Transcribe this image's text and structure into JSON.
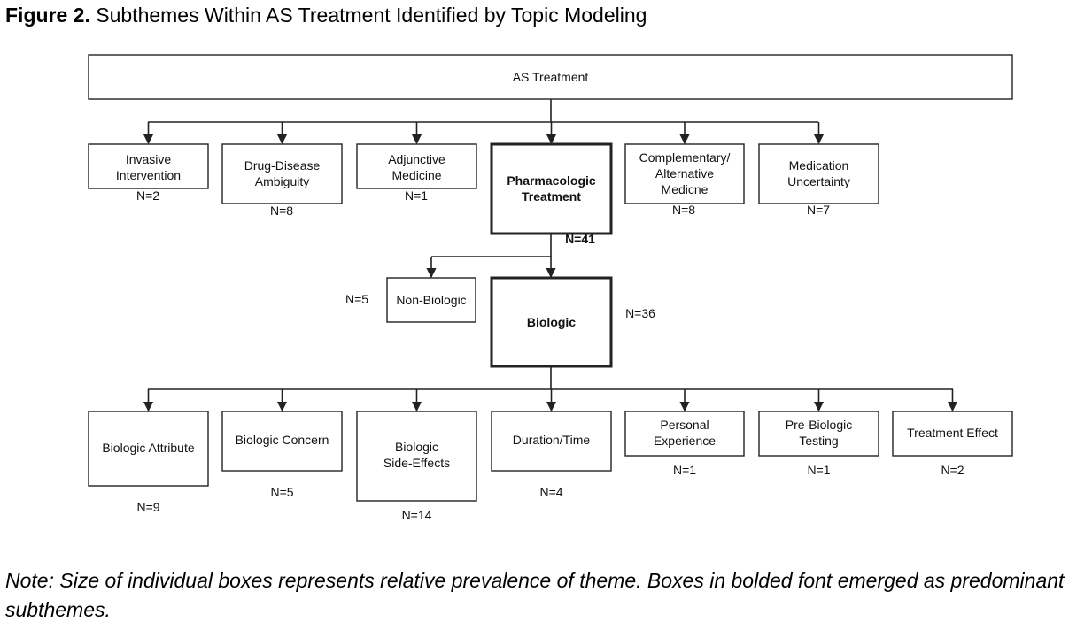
{
  "figure": {
    "label": "Figure 2.",
    "title": " Subthemes Within AS Treatment Identified by Topic Modeling"
  },
  "diagram": {
    "root": {
      "label": "AS Treatment"
    },
    "level1": [
      {
        "label": "Invasive\nIntervention",
        "count": "N=2",
        "bold": false
      },
      {
        "label": "Drug-Disease\nAmbiguity",
        "count": "N=8",
        "bold": false
      },
      {
        "label": "Adjunctive\nMedicine",
        "count": "N=1",
        "bold": false
      },
      {
        "label": "Pharmacologic\nTreatment",
        "count": "N=41",
        "bold": true
      },
      {
        "label": "Complementary/\nAlternative\nMedicne",
        "count": "N=8",
        "bold": false
      },
      {
        "label": "Medication\nUncertainty",
        "count": "N=7",
        "bold": false
      }
    ],
    "level2": [
      {
        "label": "Non-Biologic",
        "count": "N=5",
        "bold": false
      },
      {
        "label": "Biologic",
        "count": "N=36",
        "bold": true
      }
    ],
    "level3": [
      {
        "label": "Biologic Attribute",
        "count": "N=9",
        "bold": false
      },
      {
        "label": "Biologic Concern",
        "count": "N=5",
        "bold": false
      },
      {
        "label": "Biologic\nSide-Effects",
        "count": "N=14",
        "bold": false
      },
      {
        "label": "Duration/Time",
        "count": "N=4",
        "bold": false
      },
      {
        "label": "Personal\nExperience",
        "count": "N=1",
        "bold": false
      },
      {
        "label": "Pre-Biologic\nTesting",
        "count": "N=1",
        "bold": false
      },
      {
        "label": "Treatment Effect",
        "count": "N=2",
        "bold": false
      }
    ]
  },
  "note": "Note: Size of individual boxes represents relative prevalence of theme. Boxes in bolded font emerged as predominant subthemes."
}
